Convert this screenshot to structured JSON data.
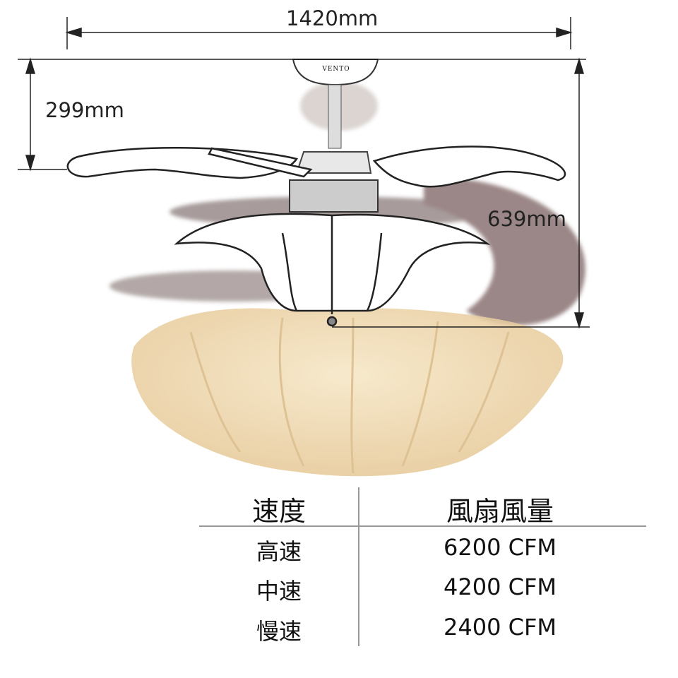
{
  "dimensions": {
    "width_label": "1420mm",
    "drop_label": "299mm",
    "height_label": "639mm"
  },
  "product": {
    "brand_logo": "VENTO"
  },
  "airflow_table": {
    "headers": [
      "速度",
      "風扇風量"
    ],
    "rows": [
      {
        "speed": "高速",
        "airflow": "6200 CFM"
      },
      {
        "speed": "中速",
        "airflow": "4200 CFM"
      },
      {
        "speed": "慢速",
        "airflow": "2400 CFM"
      }
    ]
  }
}
